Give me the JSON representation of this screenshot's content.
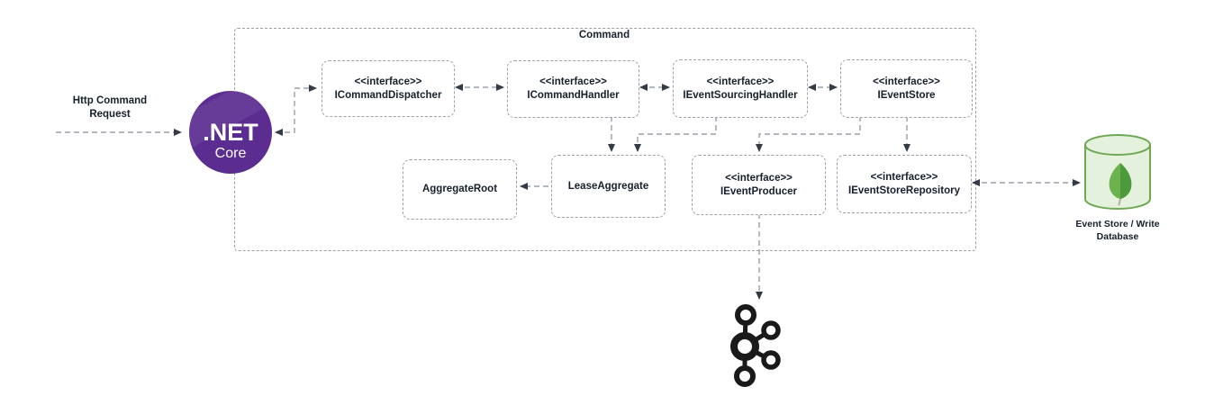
{
  "container": {
    "label": "Command"
  },
  "http_request": {
    "line1": "Http Command",
    "line2": "Request"
  },
  "dotnet_logo": {
    "line1": ".NET",
    "line2": "Core"
  },
  "nodes": [
    {
      "id": "icommanddispatcher",
      "stereotype": "<<interface>>",
      "name": "ICommandDispatcher"
    },
    {
      "id": "icommandhandler",
      "stereotype": "<<interface>>",
      "name": "ICommandHandler"
    },
    {
      "id": "ieventsourcinghandler",
      "stereotype": "<<interface>>",
      "name": "IEventSourcingHandler"
    },
    {
      "id": "ieventstore",
      "stereotype": "<<interface>>",
      "name": "IEventStore"
    },
    {
      "id": "aggregateroot",
      "stereotype": "",
      "name": "AggregateRoot"
    },
    {
      "id": "leaseaggregate",
      "stereotype": "",
      "name": "LeaseAggregate"
    },
    {
      "id": "ieventproducer",
      "stereotype": "<<interface>>",
      "name": "IEventProducer"
    },
    {
      "id": "ieventstorerepository",
      "stereotype": "<<interface>>",
      "name": "IEventStoreRepository"
    }
  ],
  "database": {
    "label_line1": "Event Store / Write",
    "label_line2": "Database"
  },
  "icons": {
    "kafka": "kafka-logo-icon",
    "mongodb": "database-cylinder-icon",
    "dotnet": "dotnet-core-logo"
  },
  "colors": {
    "dotnet_purple": "#5C2D91",
    "mongo_fill": "#E4F1DC",
    "mongo_stroke": "#6FA853",
    "leaf_light": "#6CB24E",
    "leaf_dark": "#4D9A3D",
    "kafka_black": "#1A1A1A",
    "dash_gray": "#9AA0A8",
    "arrow_dark": "#333B47",
    "text_dark": "#16202C"
  }
}
